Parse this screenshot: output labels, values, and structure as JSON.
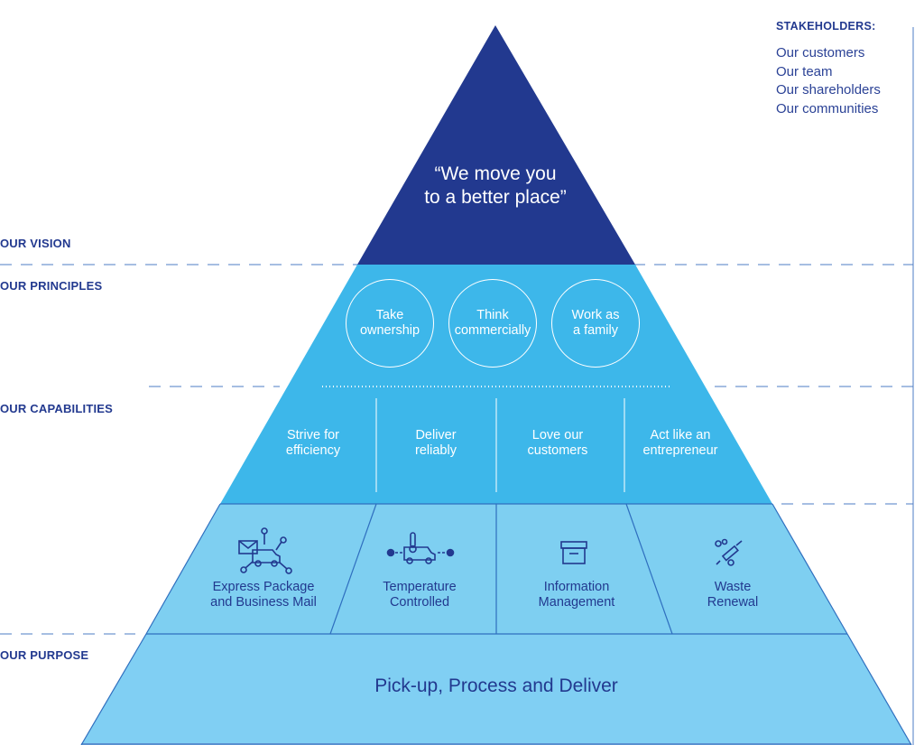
{
  "side_labels": {
    "vision": "OUR VISION",
    "principles": "OUR PRINCIPLES",
    "capabilities": "OUR CAPABILITIES",
    "purpose": "OUR PURPOSE"
  },
  "stakeholders": {
    "title": "STAKEHOLDERS:",
    "items": [
      "Our customers",
      "Our team",
      "Our shareholders",
      "Our communities"
    ]
  },
  "vision": {
    "line1": "“We move you",
    "line2": "to a better place”"
  },
  "principles": [
    {
      "line1": "Take",
      "line2": "ownership"
    },
    {
      "line1": "Think",
      "line2": "commercially"
    },
    {
      "line1": "Work as",
      "line2": "a family"
    }
  ],
  "capabilities": [
    {
      "line1": "Strive for",
      "line2": "efficiency"
    },
    {
      "line1": "Deliver",
      "line2": "reliably"
    },
    {
      "line1": "Love our",
      "line2": "customers"
    },
    {
      "line1": "Act like an",
      "line2": "entrepreneur"
    }
  ],
  "services": [
    {
      "line1": "Express Package",
      "line2": "and Business Mail",
      "icon": "envelope-van-network-icon"
    },
    {
      "line1": "Temperature",
      "line2": "Controlled",
      "icon": "thermometer-van-icon"
    },
    {
      "line1": "Information",
      "line2": "Management",
      "icon": "archive-box-icon"
    },
    {
      "line1": "Waste",
      "line2": "Renewal",
      "icon": "syringe-pills-icon"
    }
  ],
  "purpose": "Pick-up, Process and Deliver",
  "colors": {
    "navy": "#22398f",
    "mid_blue": "#3db7ea",
    "light_blue": "#7ecff1",
    "purpose_blue": "#80cff3",
    "dash": "#4d7cc4"
  }
}
